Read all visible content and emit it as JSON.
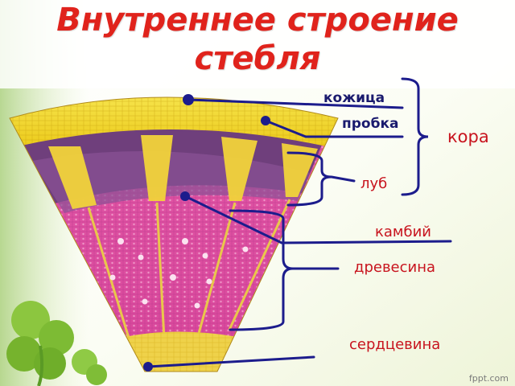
{
  "title": {
    "line1": "Внутреннее строение",
    "line2": "стебля"
  },
  "labels": {
    "skin": "кожица",
    "cork": "пробка",
    "bark": "кора",
    "bast": "луб",
    "cambium": "камбий",
    "wood": "древесина",
    "pith": "сердцевина"
  },
  "watermark": "fppt.com",
  "colors": {
    "title": "#e0231c",
    "label_red": "#c8141e",
    "label_navy": "#1a1a6e",
    "pointer_line": "#1c1c8c",
    "brace": "#1c1c8c",
    "cork_band": "#f0d020",
    "bast_layer": "#6a3a7a",
    "wood_layer": "#d6449a",
    "background_green": "#8bc34a"
  },
  "icons": {
    "clover": "clover-decoration-icon"
  }
}
